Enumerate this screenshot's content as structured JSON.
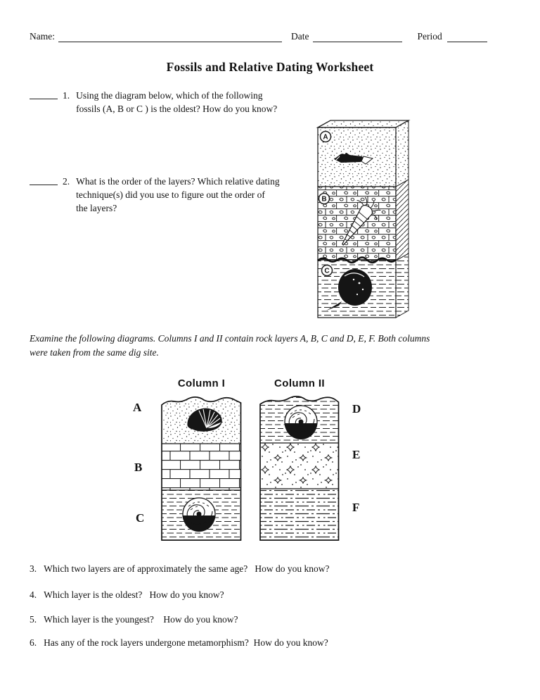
{
  "header": {
    "name_label": "Name:",
    "date_label": "Date",
    "period_label": "Period"
  },
  "title": "Fossils and Relative Dating Worksheet",
  "questions": {
    "q1": {
      "number": "1.",
      "lines": [
        "Using the diagram below, which of the following",
        "fossils (A, B or C ) is the oldest? How do you know?"
      ]
    },
    "q2": {
      "number": "2.",
      "lines": [
        "What is the order of the layers? Which relative dating",
        "technique(s) did you use to figure out the order of",
        "the layers?"
      ]
    },
    "q3": {
      "number": "3.",
      "text": "Which two layers are of approximately the same age?   How do you know?"
    },
    "q4": {
      "number": "4.",
      "text": "Which layer is the oldest?   How do you know?"
    },
    "q5": {
      "number": "5.",
      "text": "Which layer is the youngest?    How do you know?"
    },
    "q6": {
      "number": "6.",
      "text": "Has any of the rock layers undergone metamorphism?  How do you know?"
    }
  },
  "intro": {
    "lines": [
      "Examine the following diagrams. Columns I and II contain rock layers A, B, C and D, E, F. Both columns",
      "were taken from the same dig site."
    ]
  },
  "block_diagram": {
    "layers": [
      {
        "label": "A",
        "rock": "stippled-sandstone",
        "fossil": "fish"
      },
      {
        "label": "B",
        "rock": "rubble-brick-limestone",
        "fossil": "cone-cephalopod"
      },
      {
        "label": "C",
        "rock": "dashed-shale",
        "fossil": "horseshoe-crab"
      }
    ]
  },
  "columns": {
    "col1": {
      "title": "Column I",
      "layers": [
        {
          "label": "A",
          "rock": "stippled-sandstone",
          "fossil": "scallop-shell"
        },
        {
          "label": "B",
          "rock": "brick-limestone",
          "fossil": ""
        },
        {
          "label": "C",
          "rock": "dashed-shale",
          "fossil": "ammonite"
        }
      ]
    },
    "col2": {
      "title": "Column II",
      "layers": [
        {
          "label": "D",
          "rock": "dashed-shale",
          "fossil": "ammonite"
        },
        {
          "label": "E",
          "rock": "starry-dotted",
          "fossil": ""
        },
        {
          "label": "F",
          "rock": "dash-dot-shale",
          "fossil": ""
        }
      ]
    }
  },
  "colors": {
    "ink": "#111111",
    "paper": "#ffffff"
  }
}
